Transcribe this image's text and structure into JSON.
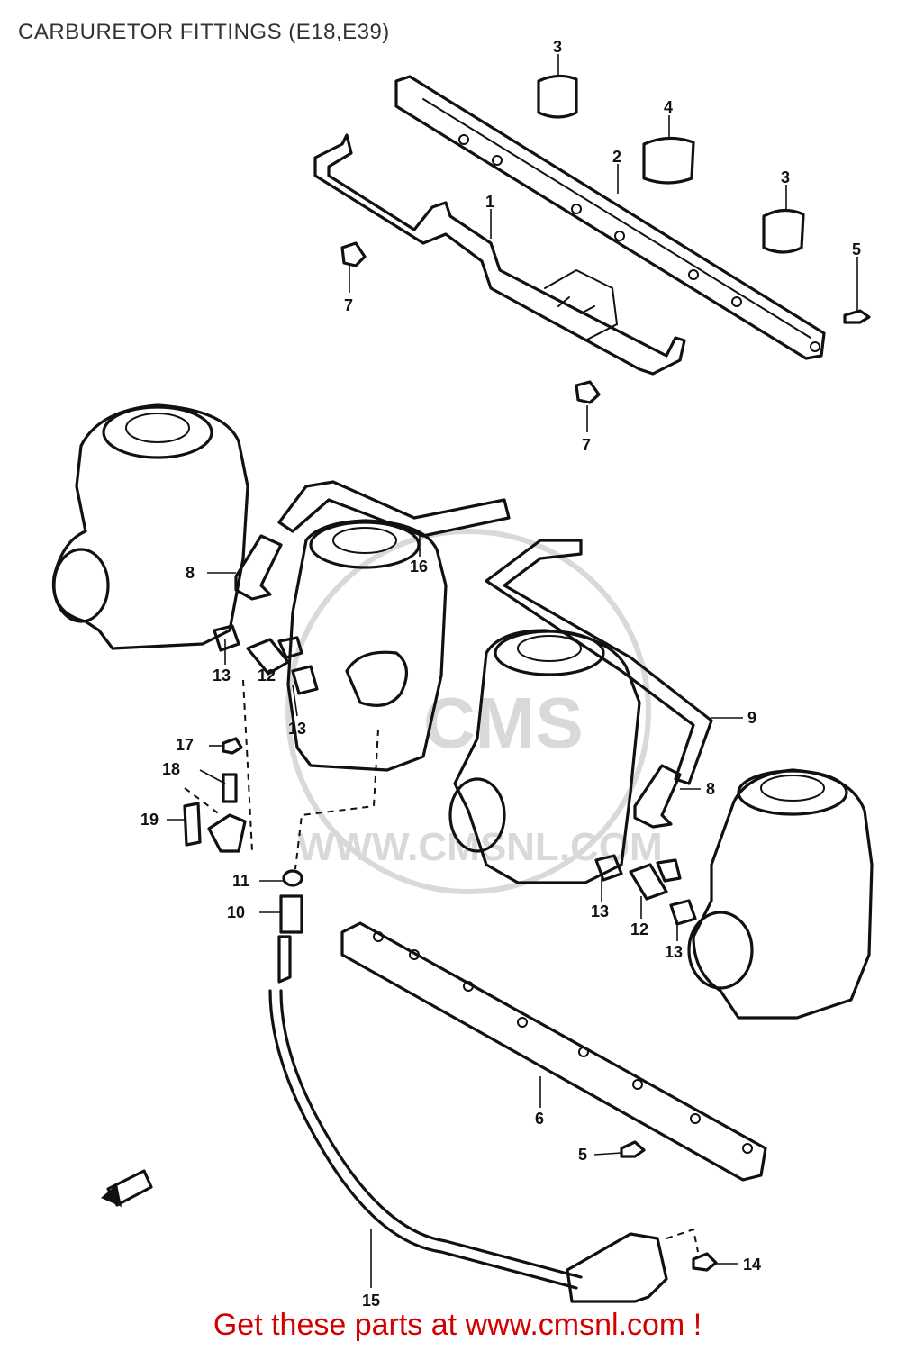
{
  "title": "CARBURETOR FITTINGS (E18,E39)",
  "footer": "Get these parts at www.cmsnl.com !",
  "watermark": {
    "text": "WWW.CMSNL.COM",
    "logo": "CMS"
  },
  "colors": {
    "footer_text": "#d40000",
    "line_art": "#111111",
    "watermark": "#d9d9d9"
  },
  "callouts": [
    {
      "id": "c3a",
      "label": "3"
    },
    {
      "id": "c4",
      "label": "4"
    },
    {
      "id": "c2",
      "label": "2"
    },
    {
      "id": "c3b",
      "label": "3"
    },
    {
      "id": "c1",
      "label": "1"
    },
    {
      "id": "c5a",
      "label": "5"
    },
    {
      "id": "c7a",
      "label": "7"
    },
    {
      "id": "c7b",
      "label": "7"
    },
    {
      "id": "c8a",
      "label": "8"
    },
    {
      "id": "c16",
      "label": "16"
    },
    {
      "id": "c13a",
      "label": "13"
    },
    {
      "id": "c12a",
      "label": "12"
    },
    {
      "id": "c13b",
      "label": "13"
    },
    {
      "id": "c9",
      "label": "9"
    },
    {
      "id": "c17",
      "label": "17"
    },
    {
      "id": "c18",
      "label": "18"
    },
    {
      "id": "c19",
      "label": "19"
    },
    {
      "id": "c8b",
      "label": "8"
    },
    {
      "id": "c11",
      "label": "11"
    },
    {
      "id": "c10",
      "label": "10"
    },
    {
      "id": "c13c",
      "label": "13"
    },
    {
      "id": "c12b",
      "label": "12"
    },
    {
      "id": "c13d",
      "label": "13"
    },
    {
      "id": "c6",
      "label": "6"
    },
    {
      "id": "c5b",
      "label": "5"
    },
    {
      "id": "c14",
      "label": "14"
    },
    {
      "id": "c15",
      "label": "15"
    }
  ]
}
